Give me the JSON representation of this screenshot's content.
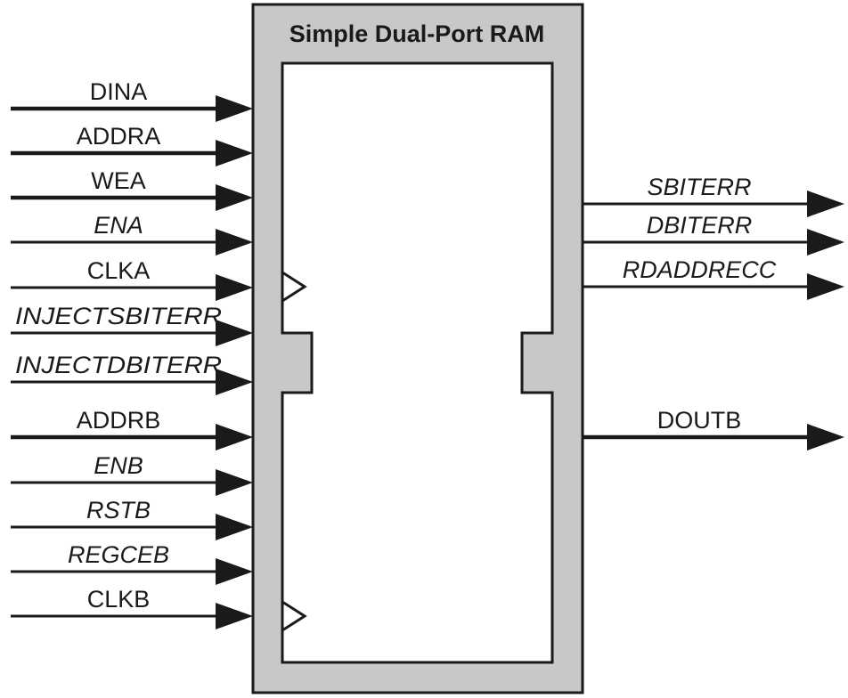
{
  "title": "Simple Dual-Port RAM",
  "colors": {
    "outer_fill": "#c8c8c8",
    "inner_fill": "#ffffff",
    "line": "#1a1a1a"
  },
  "inputs": [
    {
      "id": "dina",
      "label": "DINA",
      "italic": false,
      "thick": true
    },
    {
      "id": "addra",
      "label": "ADDRA",
      "italic": false,
      "thick": true
    },
    {
      "id": "wea",
      "label": "WEA",
      "italic": false,
      "thick": true
    },
    {
      "id": "ena",
      "label": "ENA",
      "italic": true,
      "thick": false
    },
    {
      "id": "clka",
      "label": "CLKA",
      "italic": false,
      "thick": false
    },
    {
      "id": "injectsbiterr",
      "label": "INJECTSBITERR",
      "italic": true,
      "thick": false
    },
    {
      "id": "injectdbiterr",
      "label": "INJECTDBITERR",
      "italic": true,
      "thick": false
    },
    {
      "id": "addrb",
      "label": "ADDRB",
      "italic": false,
      "thick": true
    },
    {
      "id": "enb",
      "label": "ENB",
      "italic": true,
      "thick": false
    },
    {
      "id": "rstb",
      "label": "RSTB",
      "italic": true,
      "thick": false
    },
    {
      "id": "regceb",
      "label": "REGCEB",
      "italic": true,
      "thick": false
    },
    {
      "id": "clkb",
      "label": "CLKB",
      "italic": false,
      "thick": false
    }
  ],
  "outputs": [
    {
      "id": "sbiterr",
      "label": "SBITERR",
      "italic": true,
      "thick": false
    },
    {
      "id": "dbiterr",
      "label": "DBITERR",
      "italic": true,
      "thick": false
    },
    {
      "id": "rdaddrecc",
      "label": "RDADDRECC",
      "italic": true,
      "thick": false
    },
    {
      "id": "doutb",
      "label": "DOUTB",
      "italic": false,
      "thick": true
    }
  ]
}
